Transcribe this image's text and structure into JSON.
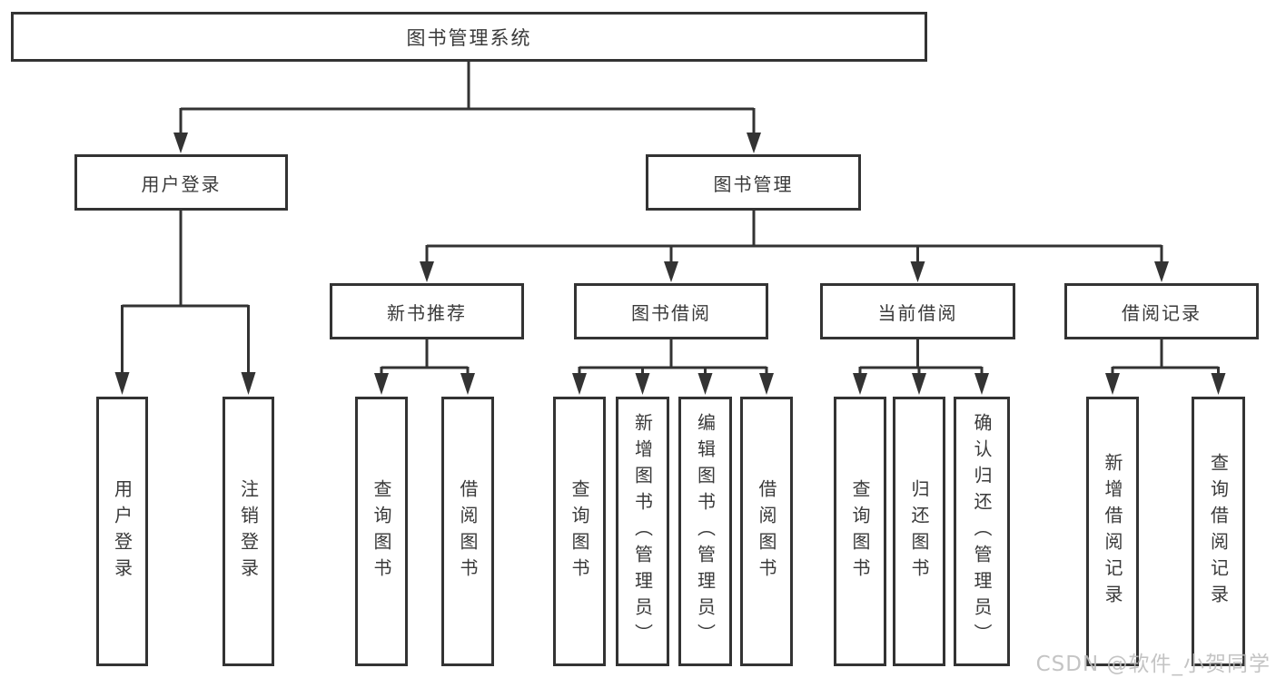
{
  "nodes": {
    "root": {
      "label": "图书管理系统"
    },
    "level2": [
      {
        "label": "用户登录"
      },
      {
        "label": "图书管理"
      }
    ],
    "level3": [
      {
        "label": "新书推荐"
      },
      {
        "label": "图书借阅"
      },
      {
        "label": "当前借阅"
      },
      {
        "label": "借阅记录"
      }
    ],
    "leaves": [
      {
        "label": "用户登录"
      },
      {
        "label": "注销登录"
      },
      {
        "label": "查询图书"
      },
      {
        "label": "借阅图书"
      },
      {
        "label": "查询图书"
      },
      {
        "label": "新增图书（管理员）"
      },
      {
        "label": "编辑图书（管理员）"
      },
      {
        "label": "借阅图书"
      },
      {
        "label": "查询图书"
      },
      {
        "label": "归还图书"
      },
      {
        "label": "确认归还（管理员）"
      },
      {
        "label": "新增借阅记录"
      },
      {
        "label": "查询借阅记录"
      }
    ]
  },
  "watermark": {
    "text": "CSDN @软件_小贺同学"
  },
  "colors": {
    "line": "#333333",
    "text": "#3a3a3a",
    "background": "#ffffff",
    "watermark": "#bdbdbd"
  }
}
